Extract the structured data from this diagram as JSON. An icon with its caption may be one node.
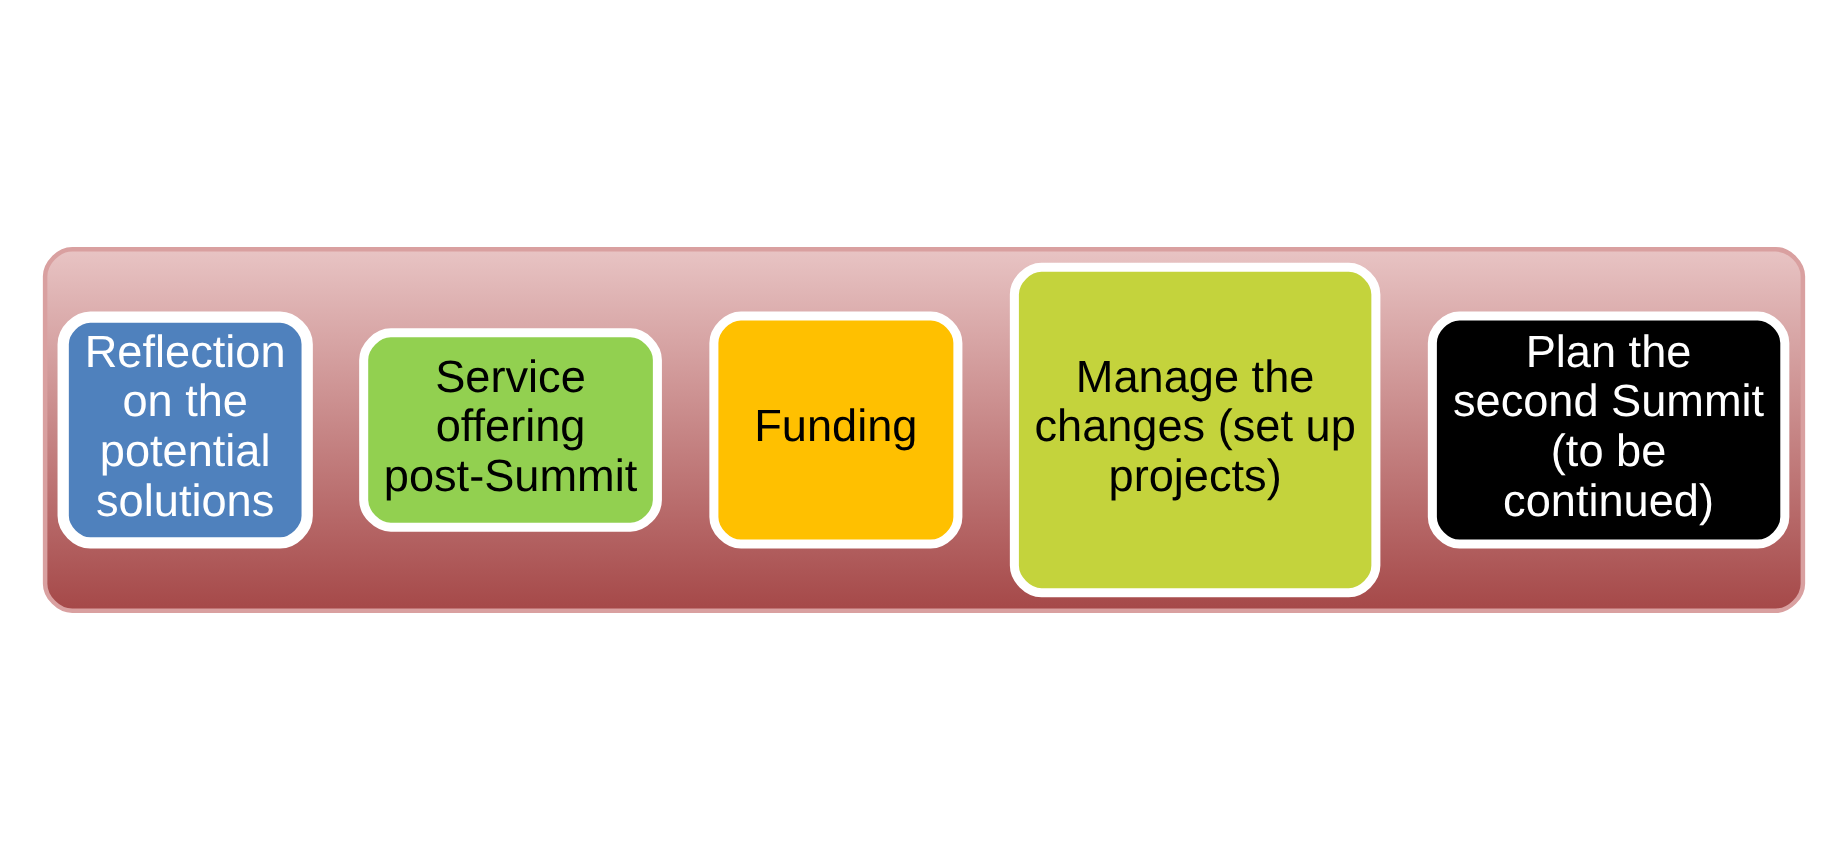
{
  "diagram": {
    "nodes": [
      {
        "text": [],
        "shape": "arrow"
      },
      {
        "text": [
          "Reflection",
          "on the potential solutions"
        ],
        "in": 0
      },
      {
        "text": [
          "Service offering",
          "post-Summit"
        ],
        "in": 0
      },
      {
        "text": [
          "Funding"
        ],
        "in": 0
      },
      {
        "text": [
          "Manage the changes (set up projects)"
        ],
        "in": 0
      },
      {
        "text": [
          "Plan the second Summit",
          "(to be continued)"
        ],
        "in": 0
      }
    ]
  }
}
